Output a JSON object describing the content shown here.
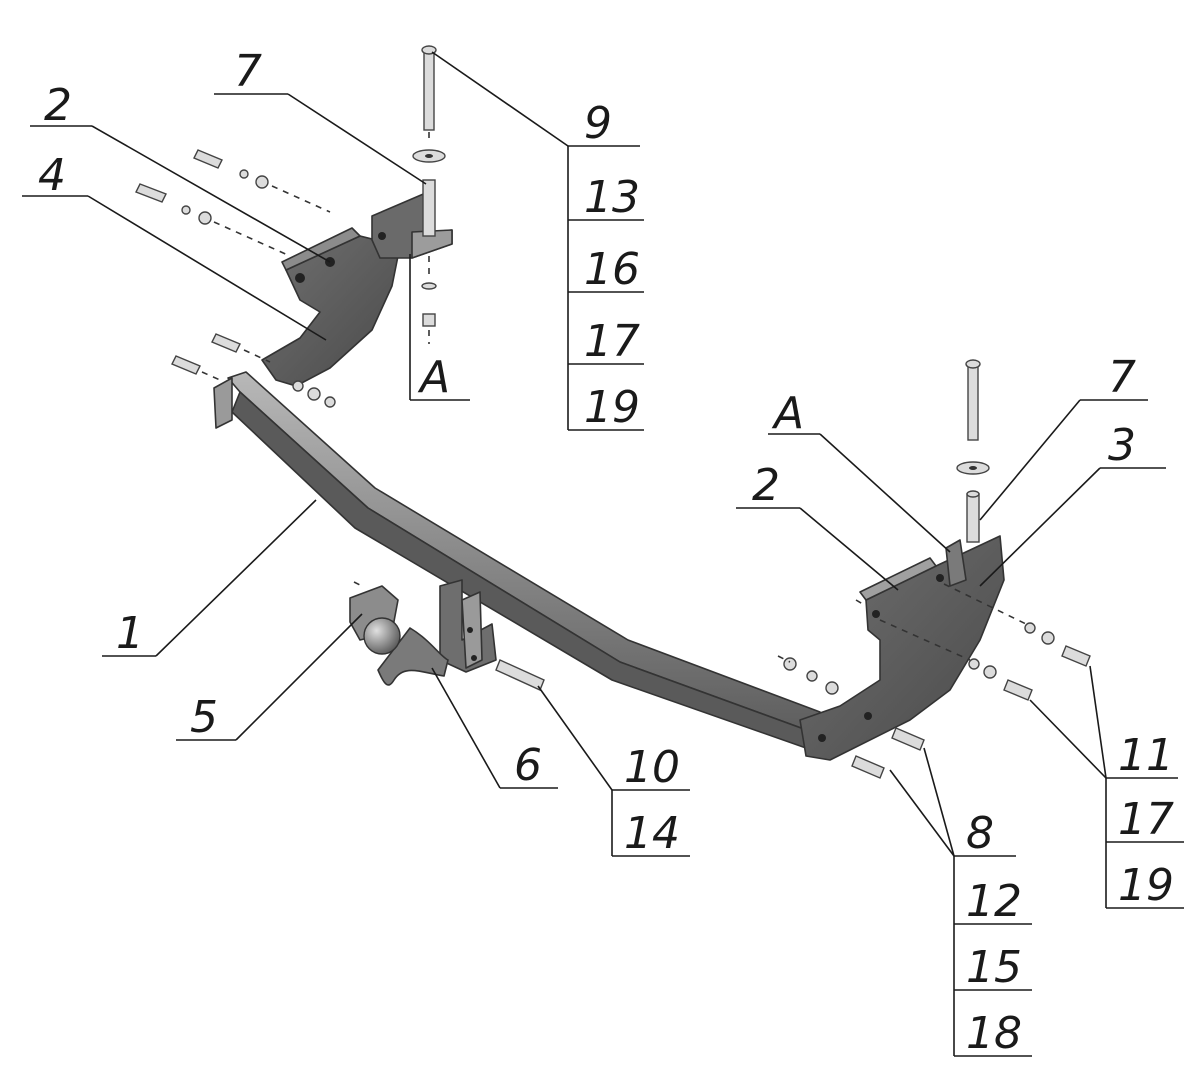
{
  "labels": {
    "l1": "1",
    "l2_left": "2",
    "l2_right": "2",
    "l3": "3",
    "l4": "4",
    "l5": "5",
    "l6": "6",
    "l7_left": "7",
    "l7_right": "7",
    "l8": "8",
    "l9": "9",
    "l10": "10",
    "l11": "11",
    "l12": "12",
    "l13": "13",
    "l14": "14",
    "l15": "15",
    "l16": "16",
    "l17_top": "17",
    "l17_right": "17",
    "l18": "18",
    "l19_top": "19",
    "l19_right": "19",
    "a_left": "A",
    "a_right": "A"
  },
  "colors": {
    "part_fill": "#7a7a7a",
    "part_dark": "#4d4d4d",
    "part_light": "#b5b5b5",
    "line": "#1a1a1a"
  }
}
